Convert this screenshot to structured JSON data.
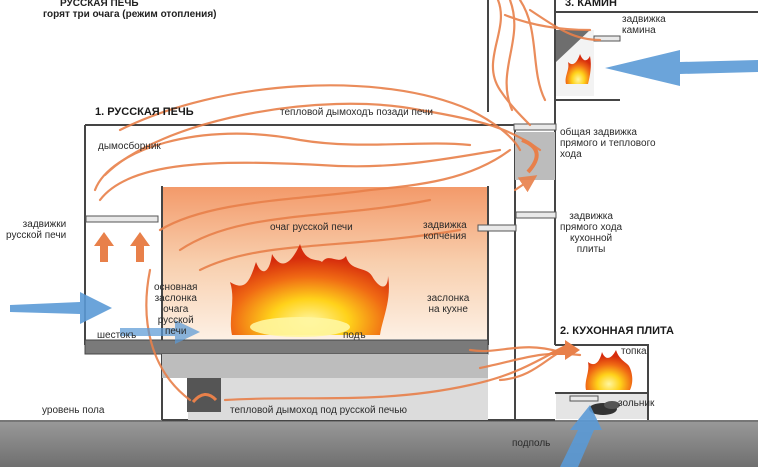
{
  "header": {
    "title": "РУССКАЯ ПЕЧЬ",
    "subtitle": "горят три очага (режим отопления)"
  },
  "sections": {
    "russian_stove": "1. РУССКАЯ ПЕЧЬ",
    "kitchen_stove": "2. КУХОННАЯ ПЛИТА",
    "fireplace": "3. КАМИН"
  },
  "labels": {
    "fireplace_damper": "задвижка\nкамина",
    "rear_flue": "тепловой дымоходъ позади печи",
    "common_damper": "общая задвижка\nпрямого и теплового\nхода",
    "smoke_collector": "дымосборник",
    "stove_dampers": "задвижки\nрусской печи",
    "hearth": "очаг русской печи",
    "smoking_damper": "задвижка\nкопчения",
    "kitchen_direct_damper": "задвижка\nпрямого хода\nкухонной\nплиты",
    "main_shutter": "основная\nзаслонка\nочага\nрусской\nпечи",
    "kitchen_shutter": "заслонка\nна кухне",
    "shestok": "шестокъ",
    "pod": "подъ",
    "firebox": "топка",
    "ash_pit": "зольник",
    "floor_level": "уровень пола",
    "under_flue": "тепловой дымоход под русской печью",
    "cellar": "подполь"
  },
  "colors": {
    "hot_flow": "#e8804a",
    "cold_air": "#5b9ad6",
    "wall": "#444444",
    "ground": "#8f8f8f",
    "hearth_fill": "#f6c29d",
    "flame_outer": "#e03a10",
    "flame_inner": "#ffe23a"
  },
  "icons": [
    "flame-icon",
    "up-arrow-icon",
    "air-arrow-icon",
    "damper-icon"
  ]
}
